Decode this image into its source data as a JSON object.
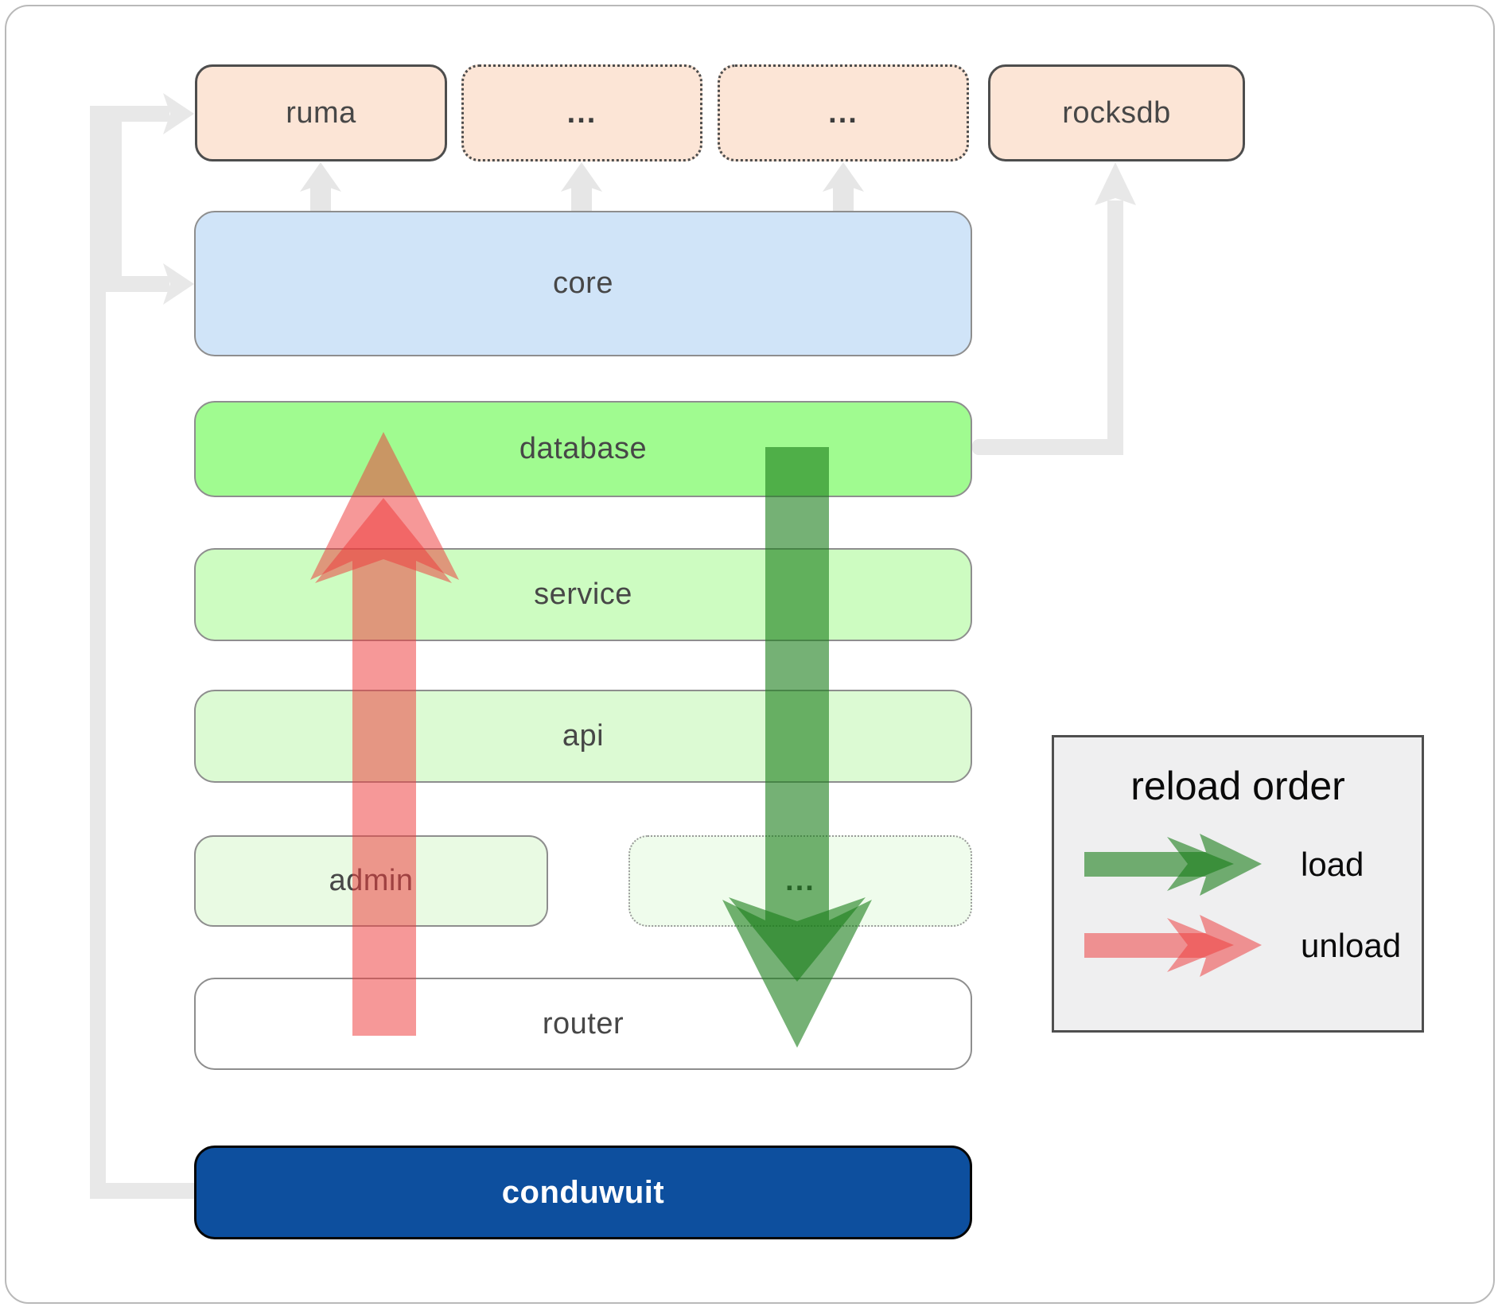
{
  "diagram": {
    "boxes": {
      "ruma": "ruma",
      "crates_dots_1": "...",
      "crates_dots_2": "...",
      "rocksdb": "rocksdb",
      "core": "core",
      "database": "database",
      "service": "service",
      "api": "api",
      "admin": "admin",
      "admin_dots": "...",
      "router": "router",
      "conduwuit": "conduwuit"
    },
    "legend": {
      "title": "reload order",
      "load_label": "load",
      "unload_label": "unload"
    },
    "colors": {
      "peach_fill": "#fce5d6",
      "core_blue_fill": "#d0e4f8",
      "database_green_fill": "#a0fb90",
      "service_green_fill": "#cdfcc1",
      "api_green_fill": "#dcfad3",
      "admin_green_fill": "#e9fae3",
      "conduwuit_blue_fill": "#0d4f9e",
      "load_arrow_green": "#2e8b2e",
      "unload_arrow_red": "#ee3c3c",
      "connector_gray": "#e8e8e8",
      "legend_background": "#efeff0"
    }
  }
}
